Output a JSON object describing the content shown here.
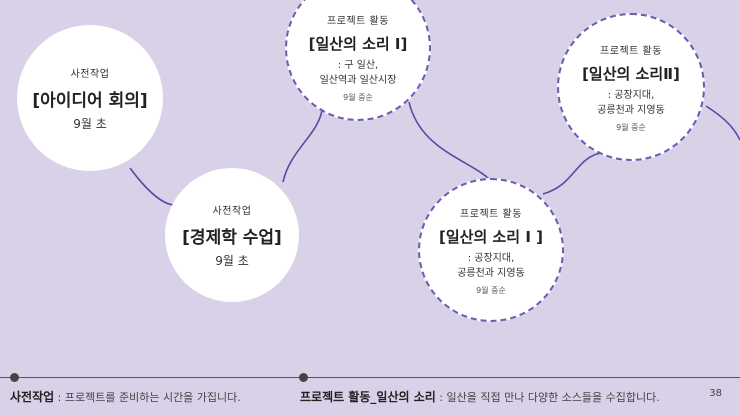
{
  "nodes": [
    {
      "id": "n1",
      "sub": "사전작업",
      "title": "[아이디어 회의]",
      "when": "9월 초"
    },
    {
      "id": "n2",
      "sub": "사전작업",
      "title": "[경제학 수업]",
      "when": "9월 초"
    },
    {
      "id": "n3",
      "sub": "프로젝트 활동",
      "title": "[일산의 소리 I]",
      "desc": ": 구 일산,\n일산역과 일산시장",
      "time": "9월 중순"
    },
    {
      "id": "n4",
      "sub": "프로젝트 활동",
      "title": "[일산의 소리 I ]",
      "desc": ": 공장지대,\n공릉천과 지영동",
      "time": "9월 중순"
    },
    {
      "id": "n5",
      "sub": "프로젝트 활동",
      "title": "[일산의 소리Ⅱ]",
      "desc": ": 공장지대,\n공릉천과 지영동",
      "time": "9월 중순"
    }
  ],
  "footer": {
    "left_bold": "사전작업",
    "left_text": " : 프로젝트를 준비하는 시간을 가집니다.",
    "right_bold": "프로젝트 활동_일산의 소리",
    "right_text": " : 일산을 직접 만나 다양한 소스들을 수집합니다.",
    "page": "38"
  },
  "colors": {
    "background": "#d8d1e8",
    "connector": "#5a4aa0",
    "dashed_border": "#6d5bb0",
    "node": "#ffffff"
  }
}
